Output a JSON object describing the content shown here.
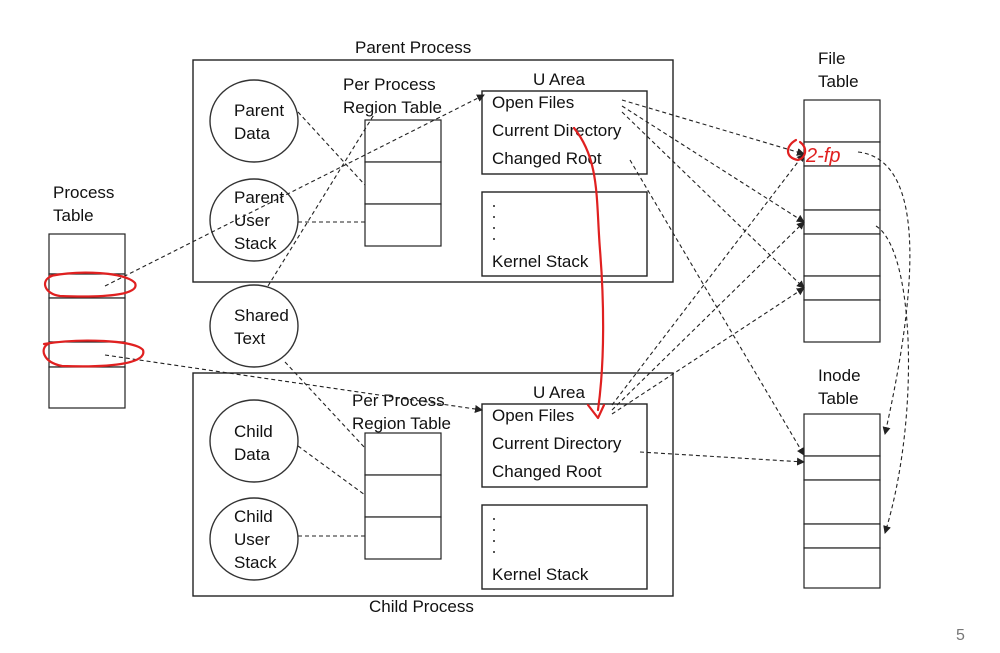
{
  "parent_process": {
    "title": "Parent Process",
    "data": [
      "Parent",
      "Data"
    ],
    "user_stack": [
      "Parent",
      "User",
      "Stack"
    ],
    "region_table": [
      "Per Process",
      "Region Table"
    ],
    "u_area": {
      "title": "U Area",
      "open_files": "Open Files",
      "current_directory": "Current Directory",
      "changed_root": "Changed Root"
    },
    "kernel_stack": "Kernel Stack"
  },
  "child_process": {
    "title": "Child Process",
    "data": [
      "Child",
      "Data"
    ],
    "user_stack": [
      "Child",
      "User",
      "Stack"
    ],
    "region_table": [
      "Per Process",
      "Region Table"
    ],
    "u_area": {
      "title": "U Area",
      "open_files": "Open Files",
      "current_directory": "Current Directory",
      "changed_root": "Changed Root"
    },
    "kernel_stack": "Kernel Stack"
  },
  "shared_text": [
    "Shared",
    "Text"
  ],
  "process_table": [
    "Process",
    "Table"
  ],
  "file_table": [
    "File",
    "Table"
  ],
  "inode_table": [
    "Inode",
    "Table"
  ],
  "annotation": "2-fp",
  "page_number": "5",
  "colors": {
    "annotation": "#e02020",
    "stroke": "#222222"
  }
}
